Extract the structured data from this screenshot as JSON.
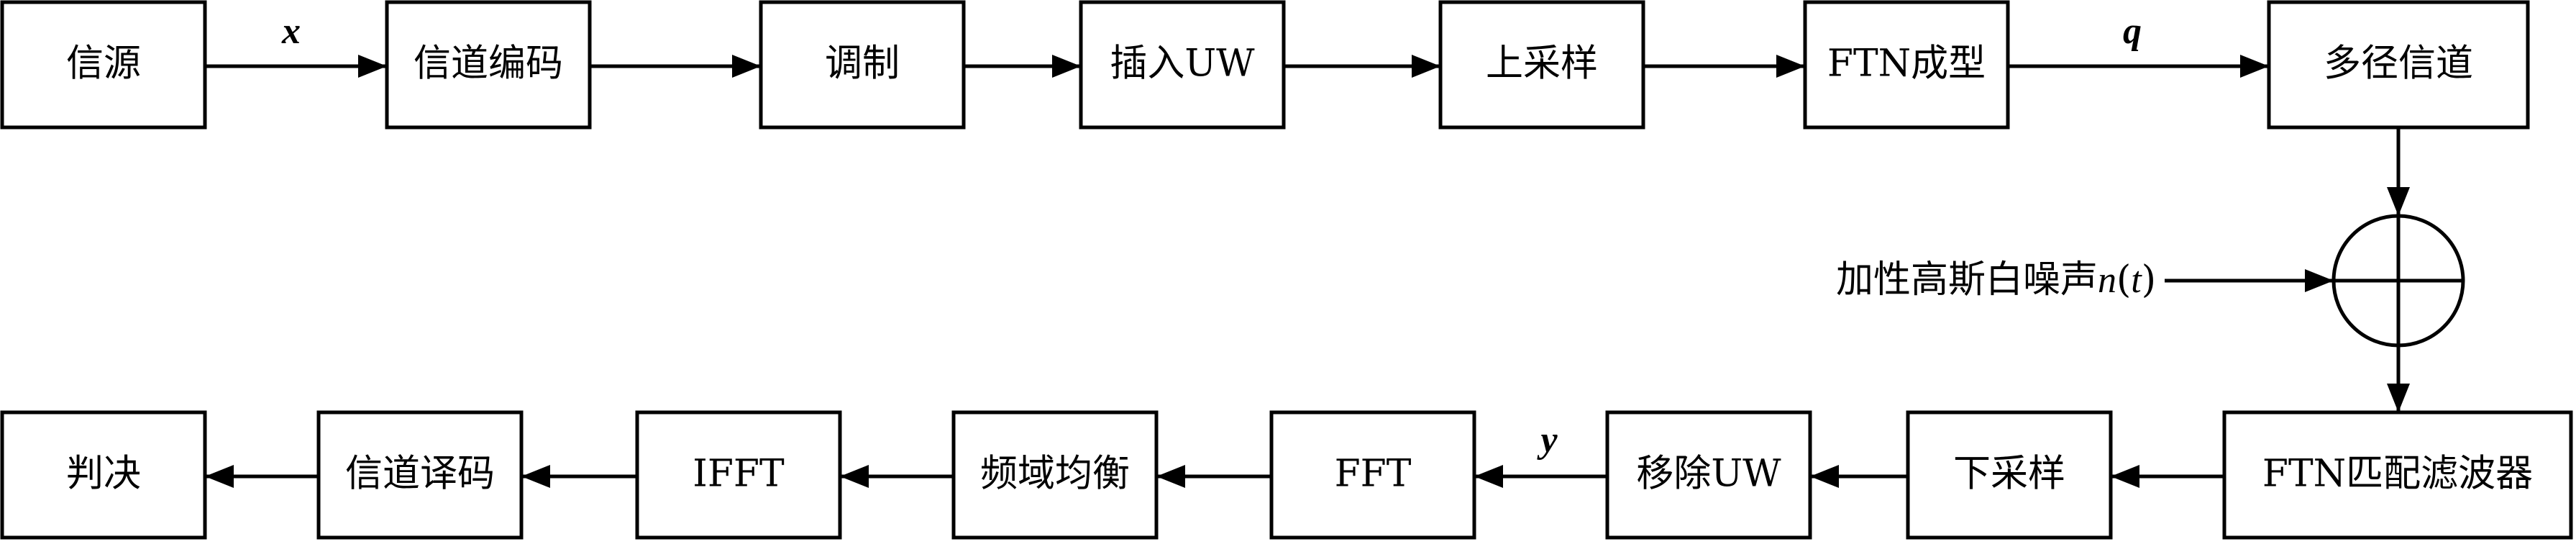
{
  "blocks": {
    "source": "信源",
    "channel_encoding": "信道编码",
    "modulation": "调制",
    "insert_uw": "插入UW",
    "upsampling": "上采样",
    "ftn_shaping": "FTN成型",
    "multipath_channel": "多径信道",
    "ftn_matched_filter": "FTN匹配滤波器",
    "downsampling": "下采样",
    "remove_uw": "移除UW",
    "fft": "FFT",
    "freq_domain_equalization": "频域均衡",
    "ifft": "IFFT",
    "channel_decoding": "信道译码",
    "decision": "判决"
  },
  "signal_labels": {
    "x": "x",
    "q": "q",
    "y": "y"
  },
  "noise": {
    "label": "加性高斯白噪声",
    "symbol": "n",
    "arg_open": "(",
    "arg": "t",
    "arg_close": ")"
  }
}
